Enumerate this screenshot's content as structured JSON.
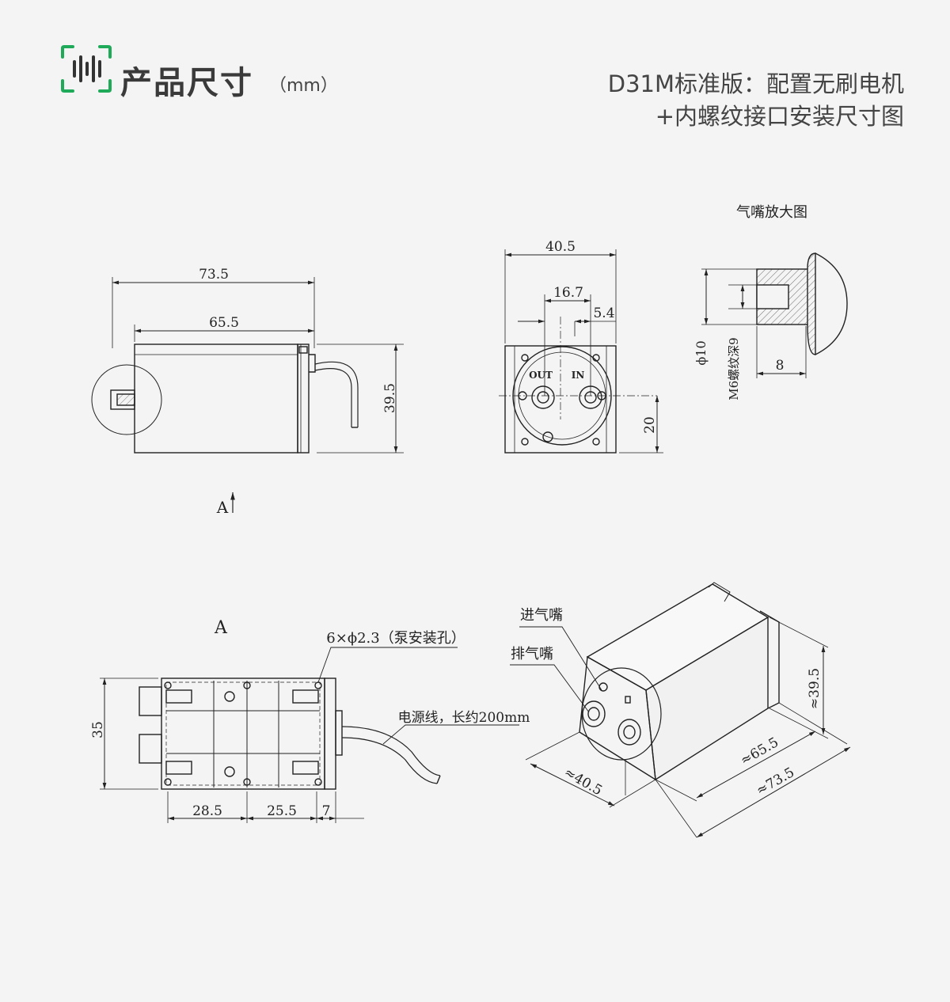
{
  "header": {
    "title": "产品尺寸",
    "unit": "（mm）",
    "subtitle_line1": "D31M标准版：配置无刷电机",
    "subtitle_line2": "+内螺纹接口安装尺寸图",
    "accent_color": "#1faa5a",
    "icon": "barcode-scan-icon"
  },
  "side_view": {
    "overall_length": "73.5",
    "body_length": "65.5",
    "height": "39.5",
    "view_arrow": "A"
  },
  "front_view": {
    "width": "40.5",
    "port_spacing": "16.7",
    "offset": "5.4",
    "port_height": "20",
    "out_label": "OUT",
    "in_label": "IN"
  },
  "nozzle_detail": {
    "title": "气嘴放大图",
    "diameter": "ϕ10",
    "thread": "M6螺纹深9",
    "depth": "8"
  },
  "bottom_view": {
    "view_label": "A",
    "holes_note": "6×ϕ2.3（泵安装孔）",
    "depth": "35",
    "dim_a": "28.5",
    "dim_b": "25.5",
    "dim_c": "7",
    "cable_note": "电源线，长约200mm"
  },
  "iso_view": {
    "inlet_label": "进气嘴",
    "outlet_label": "排气嘴",
    "height": "≈39.5",
    "width": "≈40.5",
    "body_length": "≈65.5",
    "overall_length": "≈73.5"
  }
}
